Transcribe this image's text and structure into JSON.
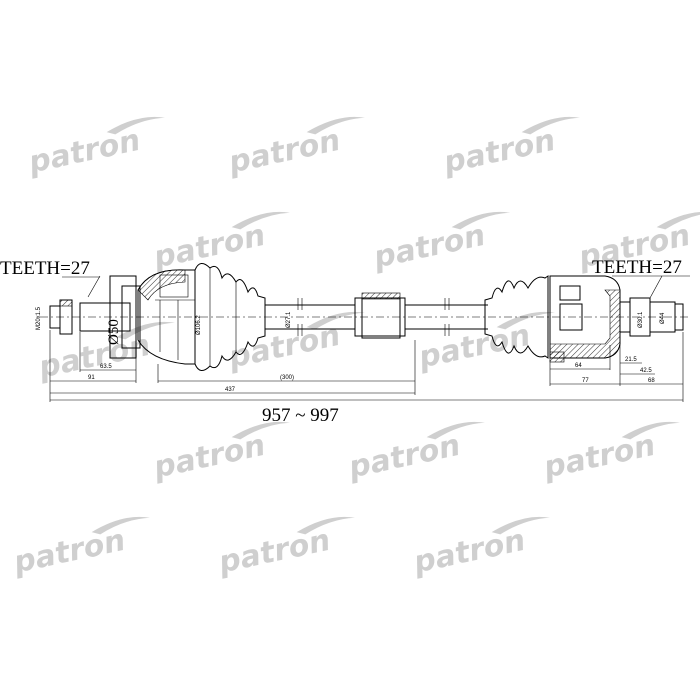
{
  "watermark": {
    "text": "patron",
    "color": "#cfcfcf"
  },
  "labels": {
    "teeth_left": "TEETH=27",
    "teeth_right": "TEETH=27",
    "overall_length": "957 ~ 997",
    "thread": "M20x1.5",
    "outer_diameter": "Ø50",
    "boot_diameter": "Ø106.2",
    "shaft_diameter": "Ø27.1",
    "inner_diameter_1": "Ø30.1",
    "inner_diameter_2": "Ø44"
  },
  "dimensions": {
    "left_spline": "63.5",
    "left_to_joint": "91",
    "shaft_span": "(300)",
    "left_total": "437",
    "right_housing": "64",
    "right_total": "77",
    "right_stub": "68",
    "right_small_1": "21.5",
    "right_small_2": "42.5"
  }
}
